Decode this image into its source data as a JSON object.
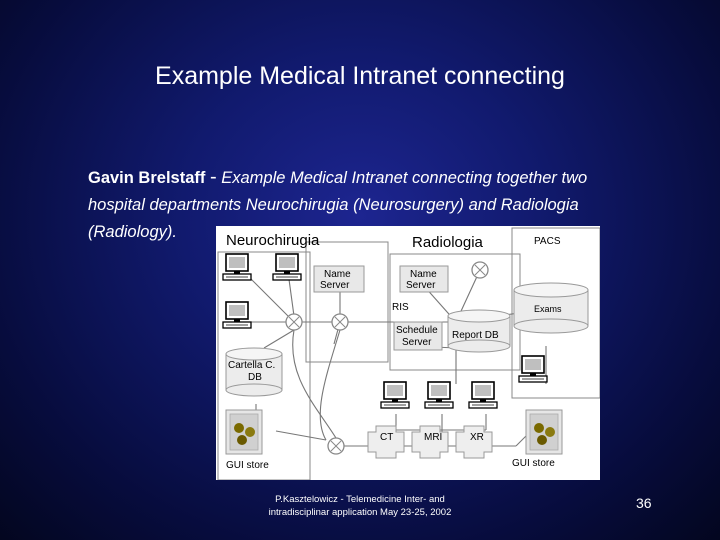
{
  "slide": {
    "title": "Example Medical Intranet connecting",
    "author": "Gavin Brelstaff",
    "dash": "-",
    "description": "Example Medical Intranet connecting together two hospital departments Neurochirugia (Neurosurgery) and Radiologia (Radiology).",
    "footer_line1": "P.Kasztelowicz - Telemedicine Inter- and",
    "footer_line2": "intradisciplinar application May 23-25, 2002",
    "page_number": "36"
  },
  "diagram": {
    "neurochirugia": "Neurochirugia",
    "radiologia": "Radiologia",
    "pacs": "PACS",
    "exams": "Exams",
    "ris": "RIS",
    "name_server_1": [
      "Name",
      "Server"
    ],
    "name_server_2": [
      "Name",
      "Server"
    ],
    "schedule_server": [
      "Schedule",
      "Server"
    ],
    "report_db": "Report DB",
    "cartella_db": [
      "Cartella C.",
      "DB"
    ],
    "gui_store_left": "GUI store",
    "gui_store_right": "GUI store",
    "ct": "CT",
    "mri": "MRI",
    "xr": "XR"
  }
}
